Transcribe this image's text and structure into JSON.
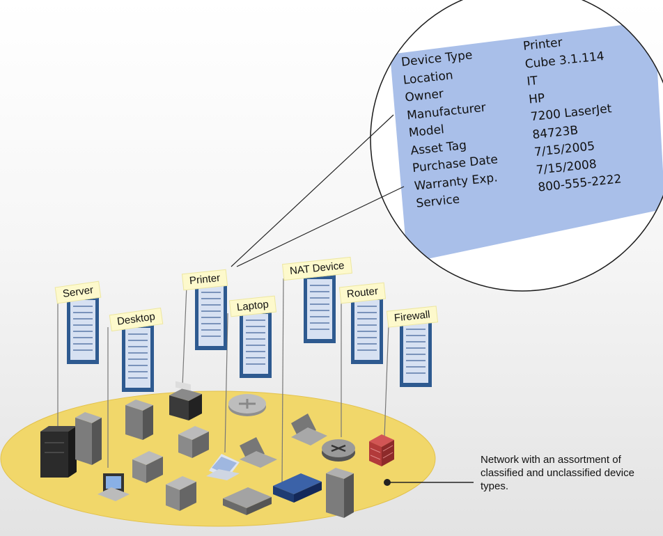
{
  "zoom": {
    "fields": [
      "Device Type",
      "Location",
      "Owner",
      "Manufacturer",
      "Model",
      "Asset Tag",
      "Purchase Date",
      "Warranty Exp.",
      "Service"
    ],
    "values": [
      "Printer",
      "Cube 3.1.114",
      "IT",
      "HP",
      "7200 LaserJet",
      "84723B",
      "7/15/2005",
      "7/15/2008",
      "800-555-2222"
    ]
  },
  "tags": {
    "server": "Server",
    "desktop": "Desktop",
    "printer": "Printer",
    "laptop": "Laptop",
    "nat_device": "NAT Device",
    "router": "Router",
    "firewall": "Firewall"
  },
  "note": "Network with an assortment of classified and unclassified device types.",
  "colors": {
    "zoom_fill": "#a9bfe9",
    "card_blue": "#2e5a90",
    "network_fill": "#f1d76a",
    "firewall_red": "#b23a3a"
  }
}
